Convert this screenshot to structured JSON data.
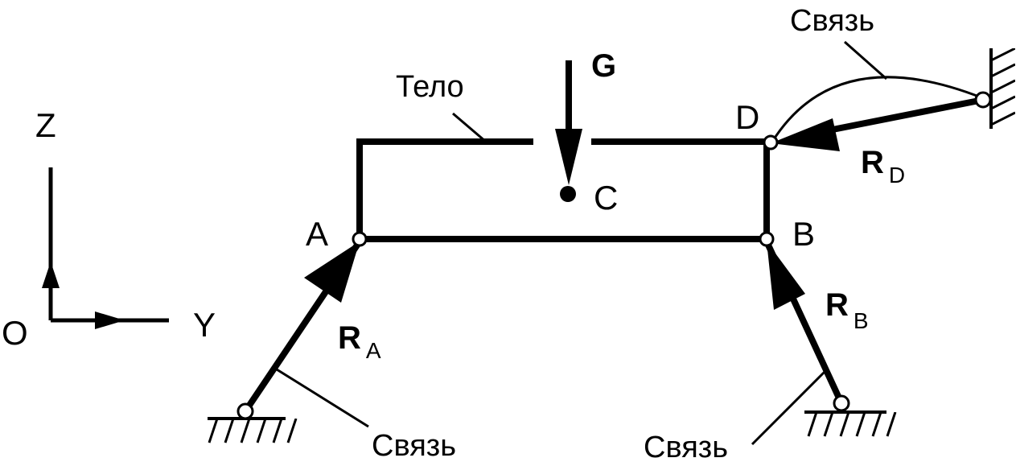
{
  "axes": {
    "origin": "O",
    "vertical": "Z",
    "horizontal": "Y"
  },
  "body_label": "Тело",
  "weight": "G",
  "center": "C",
  "points": {
    "a": "A",
    "b": "B",
    "d": "D"
  },
  "reactions": {
    "a": {
      "main": "R",
      "sub": "A"
    },
    "b": {
      "main": "R",
      "sub": "B"
    },
    "d": {
      "main": "R",
      "sub": "D"
    }
  },
  "constraints": {
    "a_label": "Связь",
    "b_label": "Связь",
    "d_label": "Связь"
  }
}
